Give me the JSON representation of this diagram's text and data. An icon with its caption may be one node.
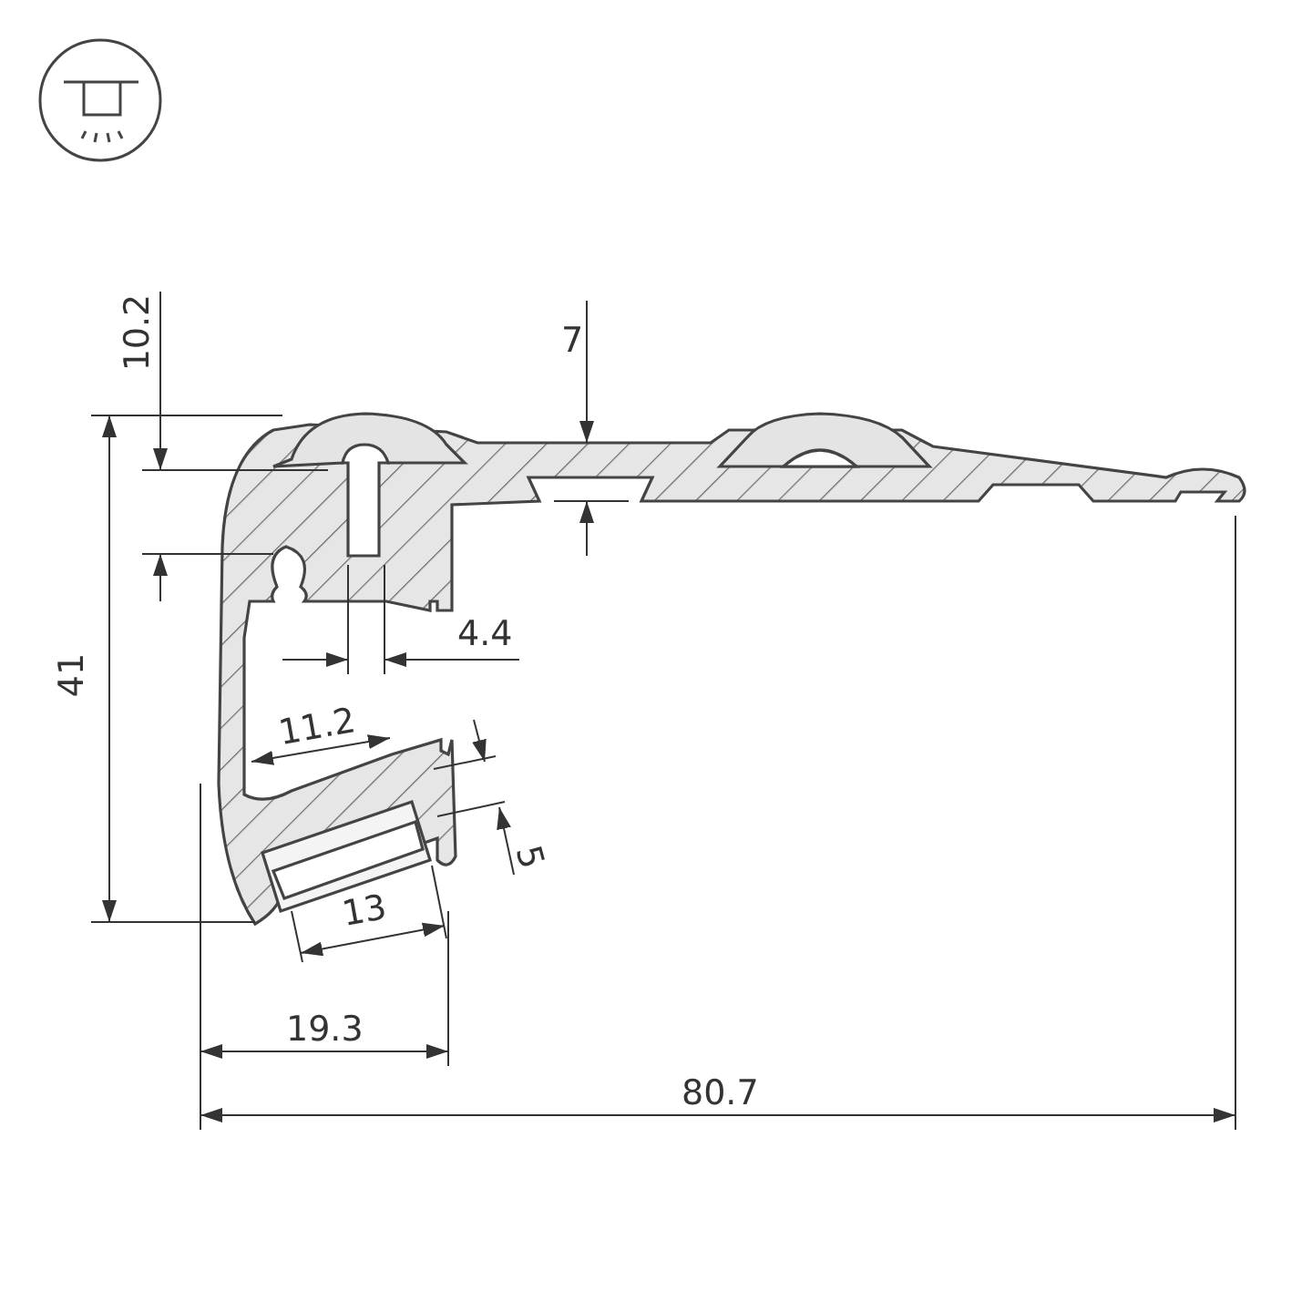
{
  "diagram": {
    "labels": [
      "10.2",
      "7",
      "41",
      "4.4",
      "11.2",
      "5",
      "13",
      "19.3",
      "80.7"
    ]
  }
}
